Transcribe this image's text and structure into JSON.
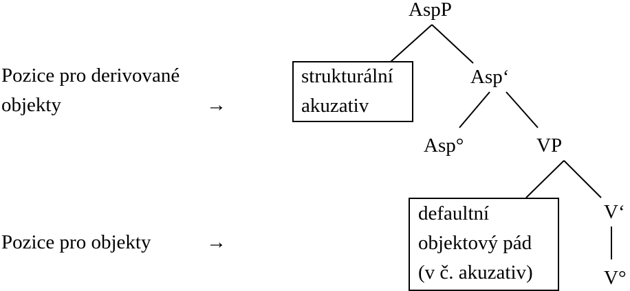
{
  "left_labels": {
    "derived_objects_line1": "Pozice pro derivované",
    "derived_objects_line2": "objekty",
    "objects": "Pozice pro objekty",
    "arrow": "→"
  },
  "tree": {
    "asp_p": "AspP",
    "asp_bar": "Asp‘",
    "asp_head": "Asp°",
    "vp": "VP",
    "v_bar": "V‘",
    "v_head": "V°"
  },
  "boxes": {
    "structural_accusative": [
      "strukturální",
      "akuzativ"
    ],
    "default_object_case": [
      "defaultní",
      "objektový pád",
      "(v č. akuzativ)"
    ]
  }
}
